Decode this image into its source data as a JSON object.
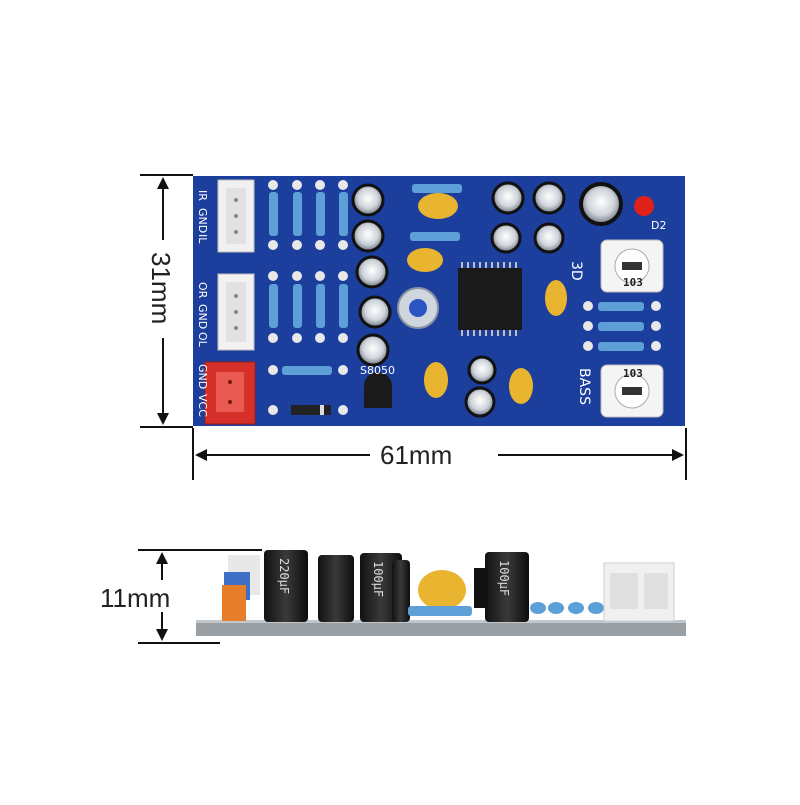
{
  "dimensions": {
    "height_top": "31mm",
    "width_top": "61mm",
    "height_side": "11mm"
  },
  "silkscreen": {
    "connector_1": [
      "IR",
      "GND",
      "IL"
    ],
    "connector_2": [
      "OR",
      "GND",
      "OL"
    ],
    "connector_3": [
      "GND",
      "VCC"
    ],
    "led": "D2",
    "pot_3d": "3D",
    "pot_bass": "BASS",
    "transistor": "S8050",
    "pot_marking": "103"
  },
  "side_view": {
    "cap_left": "220µF",
    "cap_mid": "100µF",
    "cap_right": "100µF"
  },
  "colors": {
    "pcb": "#1c3f9e",
    "pcb_dark": "#14307d",
    "cap_yellow": "#e9b530",
    "connector_white": "#f1f1f1",
    "connector_red": "#d6302b",
    "resistor_blue": "#5d9fd6",
    "led_red": "#e0211a"
  }
}
